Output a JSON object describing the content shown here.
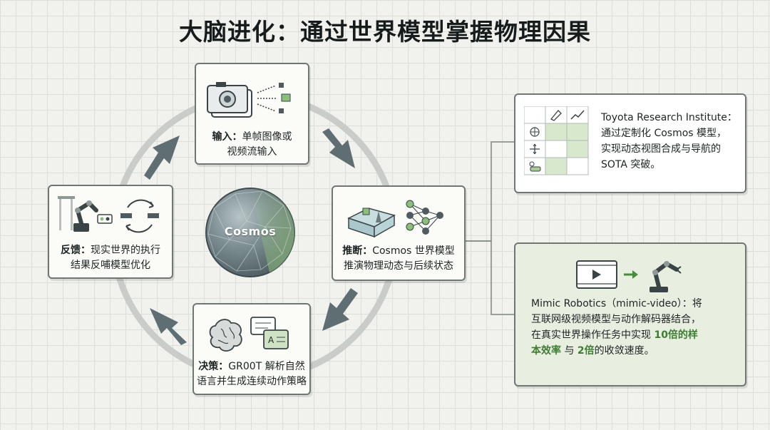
{
  "title": "大脑进化：通过世界模型掌握物理因果",
  "center_label": "Cosmos",
  "cycle": {
    "input": {
      "label": "输入：",
      "text_line1": "单帧图像或",
      "text_line2": "视频流输入"
    },
    "inference": {
      "label": "推断：",
      "text_line1": "Cosmos 世界模型",
      "text_line2": "推演物理动态与后续状态"
    },
    "decision": {
      "label": "决策：",
      "text_line1": "GR00T 解析自然",
      "text_line2": "语言并生成连续动作策略"
    },
    "feedback": {
      "label": "反馈：",
      "text_line1": "现实世界的执行",
      "text_line2": "结果反哺模型优化"
    }
  },
  "callouts": {
    "toyota": {
      "line1": "Toyota Research Institute：",
      "line2": "通过定制化 Cosmos 模型，",
      "line3": "实现动态视图合成与导航的",
      "line4": "SOTA 突破。"
    },
    "mimic": {
      "line1": "Mimic Robotics（mimic-video）：将",
      "line2": "互联网级视频模型与动作解码器结合，",
      "line3_prefix": "在真实世界操作任务中实现 ",
      "line3_hl1": "10倍的样",
      "line4_hl1": "本效率",
      "line4_mid": " 与 ",
      "line4_hl2": "2倍",
      "line4_suffix": "的收敛速度。"
    }
  },
  "colors": {
    "accent_green": "#3e7d31",
    "card_border": "#6f7775",
    "mimic_bg": "#e8efe1",
    "ring": "#c9ccc8"
  }
}
